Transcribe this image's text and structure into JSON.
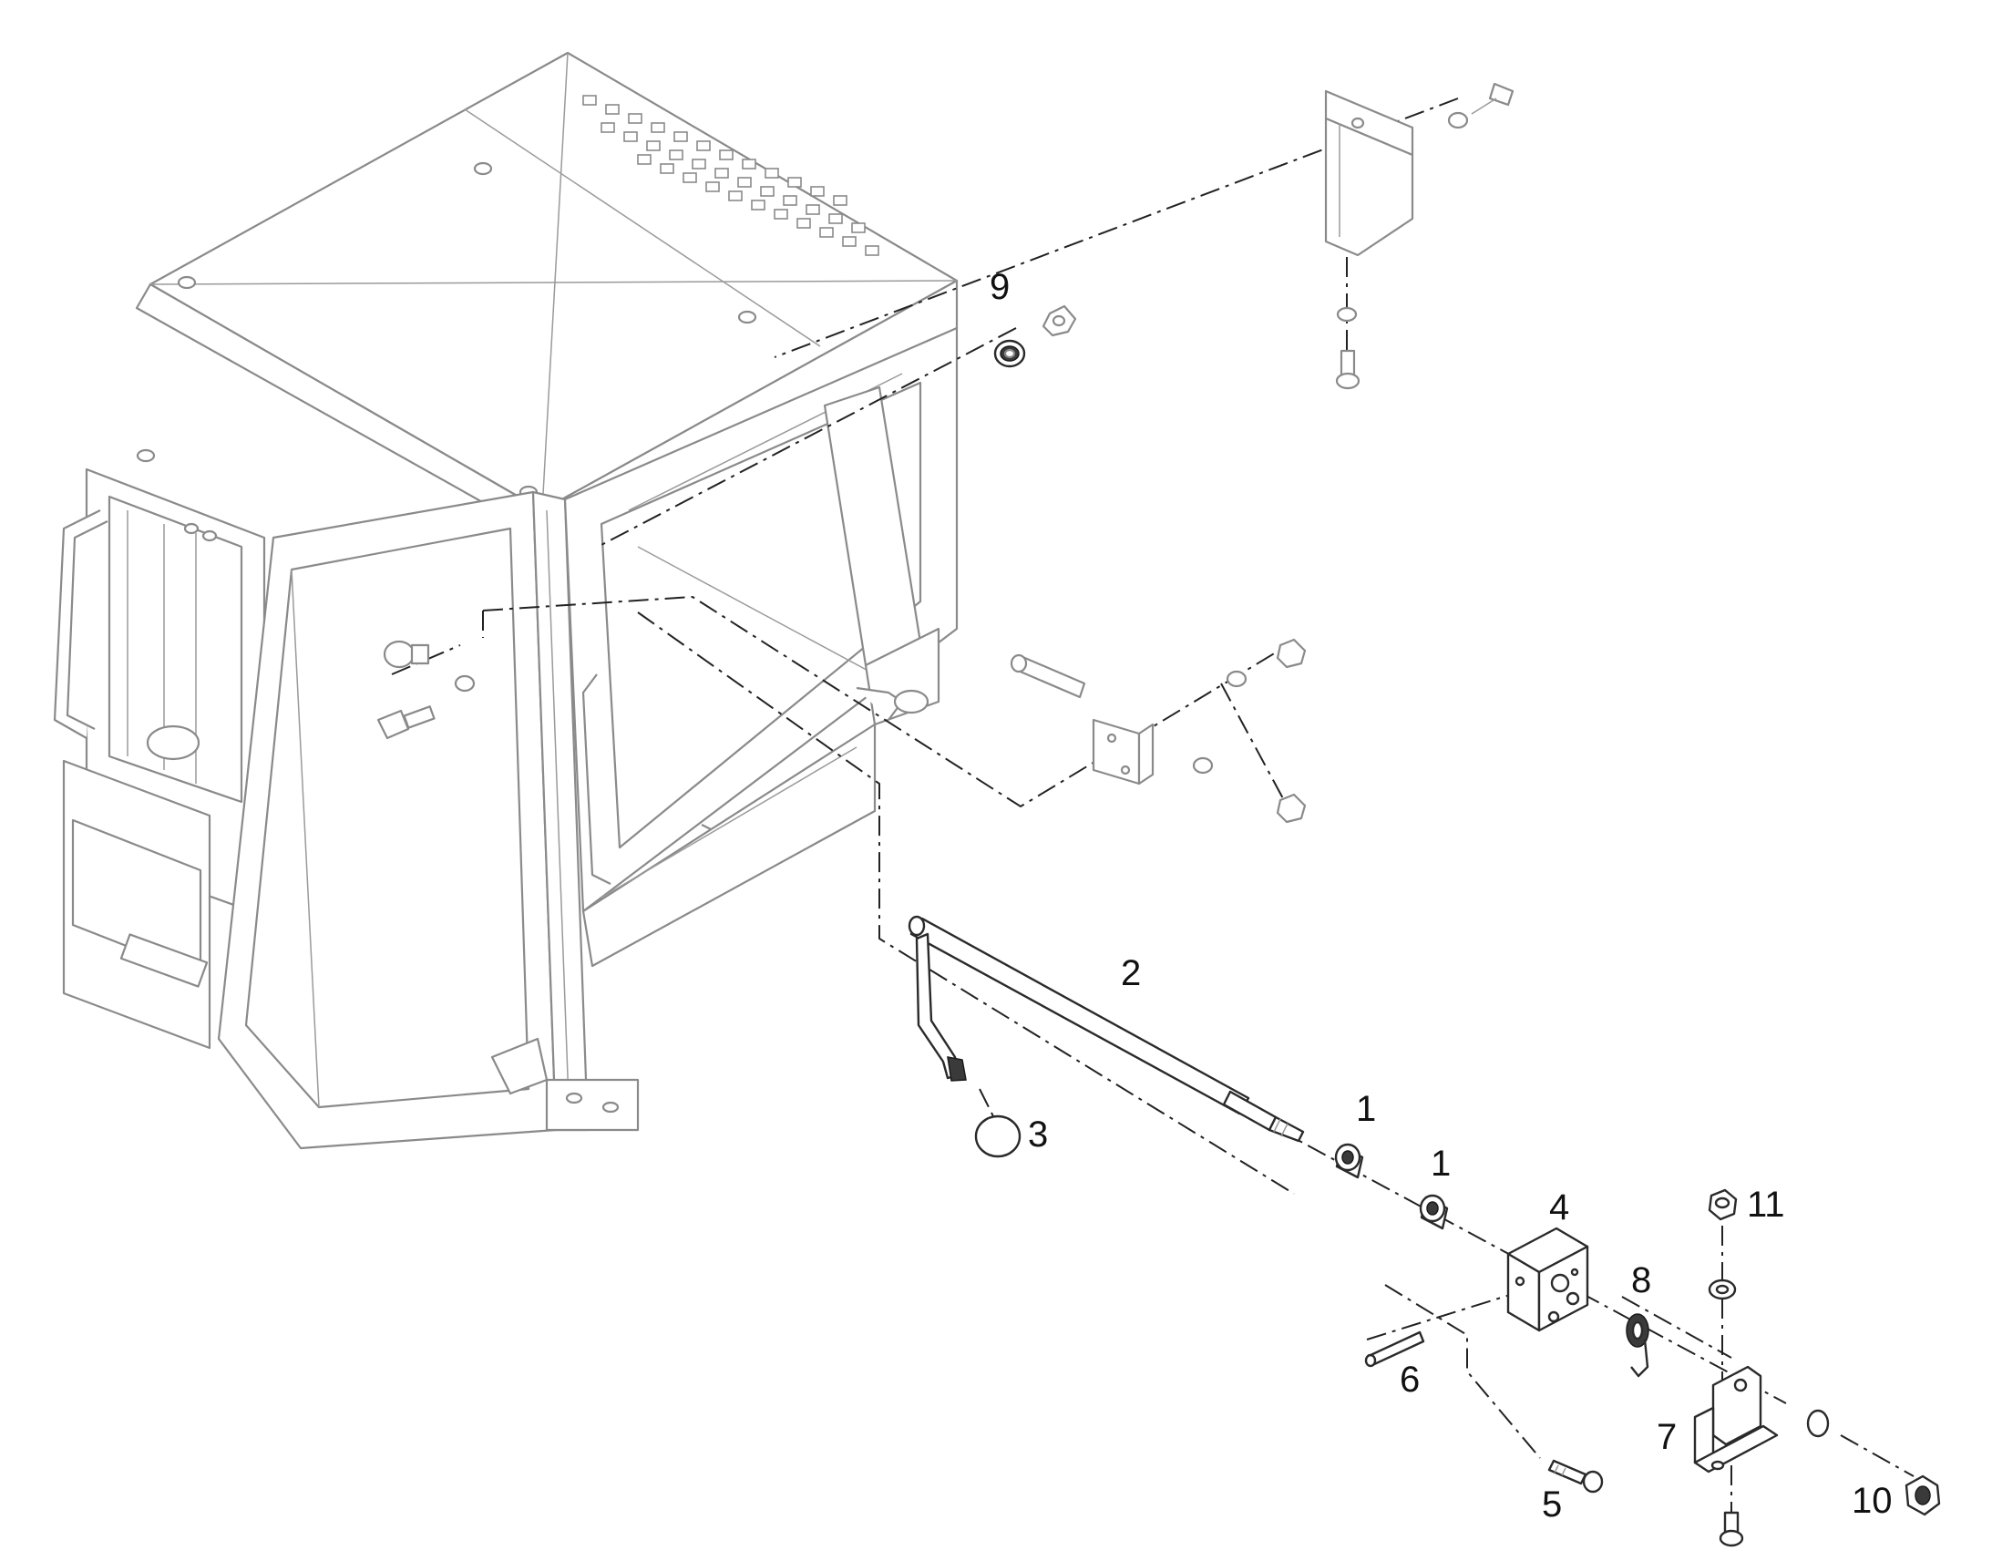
{
  "diagram": {
    "callouts": [
      {
        "id": "c9a",
        "text": "9"
      },
      {
        "id": "c2",
        "text": "2"
      },
      {
        "id": "c3",
        "text": "3"
      },
      {
        "id": "c1a",
        "text": "1"
      },
      {
        "id": "c1b",
        "text": "1"
      },
      {
        "id": "c4",
        "text": "4"
      },
      {
        "id": "c11",
        "text": "11"
      },
      {
        "id": "c8",
        "text": "8"
      },
      {
        "id": "c6",
        "text": "6"
      },
      {
        "id": "c7",
        "text": "7"
      },
      {
        "id": "c5",
        "text": "5"
      },
      {
        "id": "c10",
        "text": "10"
      }
    ],
    "colors": {
      "line_art": "#8a8a8a",
      "dark_parts": "#2a2a2a",
      "background": "#ffffff"
    }
  }
}
